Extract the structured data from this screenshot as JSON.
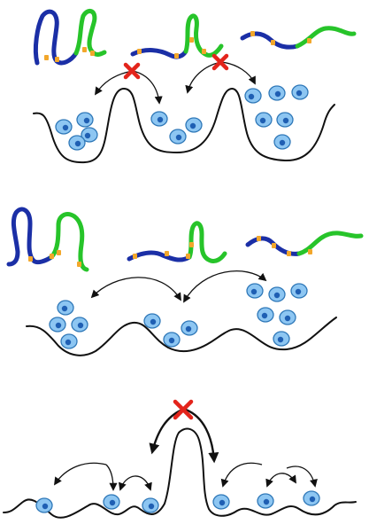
{
  "colors": {
    "segment_a": "#1b2fa6",
    "segment_b": "#27c42a",
    "marker": "#f2a72b",
    "cell_fill": "#8dc6f2",
    "cell_outline": "#2f78b8",
    "nucleus": "#1f5fb3",
    "blocked_mark": "#e3241b",
    "landscape_line": "#111111"
  },
  "panels": [
    {
      "name": "top-panel",
      "chromatin_states": [
        "looped",
        "partly-open",
        "open"
      ],
      "basins": [
        {
          "cell_count": 4
        },
        {
          "cell_count": 3
        },
        {
          "cell_count": 6
        }
      ],
      "transitions": [
        {
          "from": 2,
          "to": 1,
          "blocked": true
        },
        {
          "from": 2,
          "to": 3,
          "blocked": true
        }
      ]
    },
    {
      "name": "middle-panel",
      "chromatin_states": [
        "looped",
        "partly-open",
        "open"
      ],
      "basins": [
        {
          "cell_count": 4
        },
        {
          "cell_count": 3
        },
        {
          "cell_count": 6
        }
      ],
      "transitions": [
        {
          "from": 2,
          "to": 1,
          "blocked": false
        },
        {
          "from": 2,
          "to": 3,
          "blocked": false
        }
      ]
    },
    {
      "name": "bottom-panel",
      "chromatin_states": [],
      "basins": [
        {
          "cell_count": 1
        },
        {
          "cell_count": 1
        },
        {
          "cell_count": 1
        },
        {
          "cell_count": 1
        },
        {
          "cell_count": 1
        },
        {
          "cell_count": 1
        }
      ],
      "transitions": [
        {
          "from": 2,
          "to": 1,
          "blocked": false
        },
        {
          "from": 2,
          "to": 3,
          "blocked": false
        },
        {
          "from": 5,
          "to": 4,
          "blocked": false
        },
        {
          "from": 5,
          "to": 6,
          "blocked": false
        },
        {
          "from": "left-group",
          "to": "right-group",
          "blocked": true
        }
      ]
    }
  ]
}
